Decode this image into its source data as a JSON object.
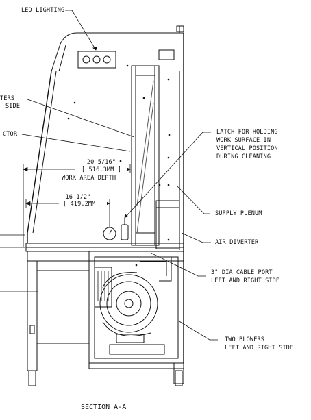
{
  "callouts": {
    "led_lighting": "LED LIGHTING",
    "filters_side_1": "TERS",
    "filters_side_2": "SIDE",
    "sector": "CTOR",
    "latch_1": "LATCH FOR HOLDING",
    "latch_2": "WORK SURFACE IN",
    "latch_3": "VERTICAL POSITION",
    "latch_4": "DURING CLEANING",
    "supply_plenum": "SUPPLY PLENUM",
    "air_diverter": "AIR DIVERTER",
    "cable_port_1": "3\" DIA CABLE PORT",
    "cable_port_2": "LEFT AND RIGHT SIDE",
    "blowers_1": "TWO BLOWERS",
    "blowers_2": "LEFT AND RIGHT SIDE"
  },
  "dimensions": {
    "work_area_depth_in": "20 5/16\"",
    "work_area_depth_mm": "[ 516.3MM ]",
    "work_area_depth_label": "WORK AREA DEPTH",
    "inner_depth_in": "16 1/2\"",
    "inner_depth_mm": "[ 419.2MM ]"
  },
  "section_title": "SECTION A-A"
}
